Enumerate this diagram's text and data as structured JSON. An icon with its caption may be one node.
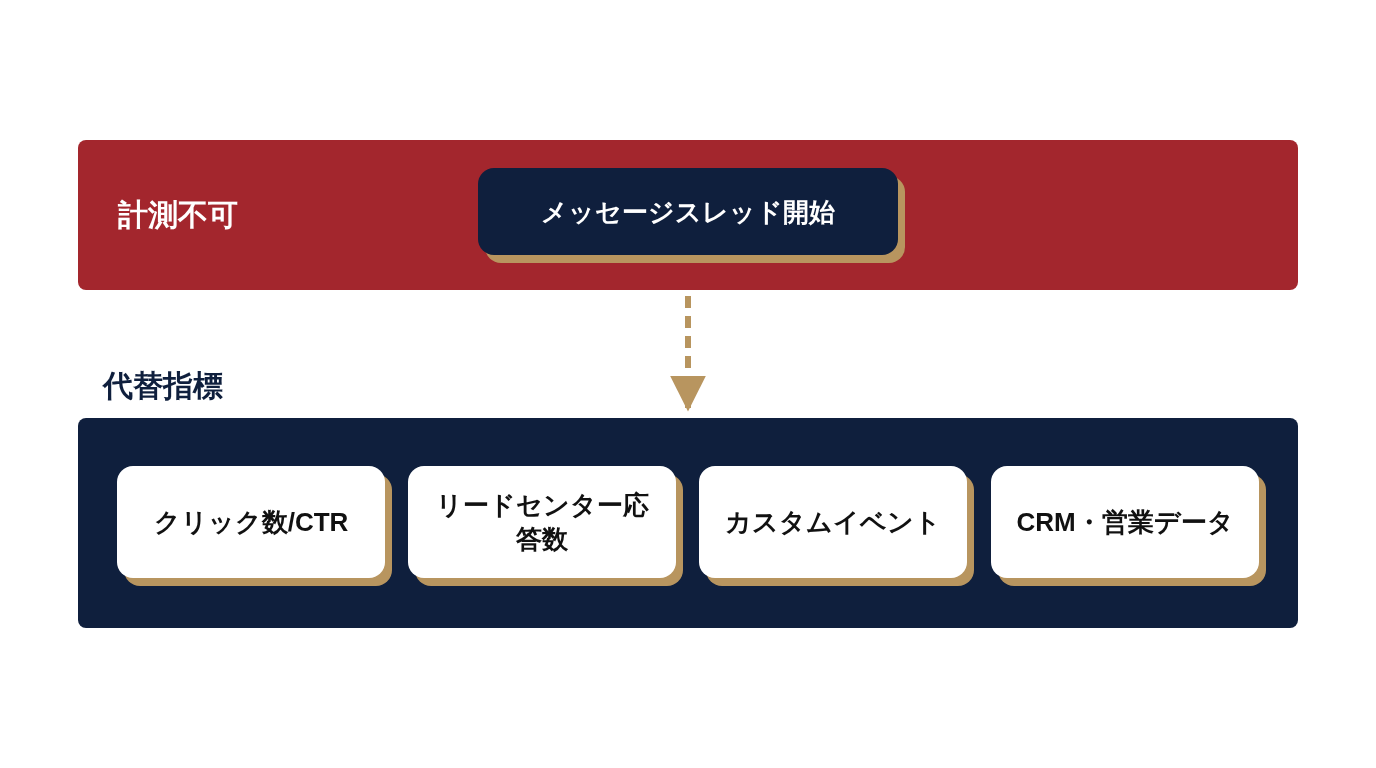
{
  "diagram": {
    "nodes": [
      {
        "text": [
          "計測不可"
        ]
      },
      {
        "text": [
          "メッセージスレッド開始"
        ],
        "in": 0
      },
      {
        "text": [
          "代替指標"
        ]
      },
      {
        "text": [
          "クリック数/CTR"
        ],
        "in": 2
      },
      {
        "text": [
          "リードセンター応答数"
        ],
        "in": 2
      },
      {
        "text": [
          "カスタムイベント"
        ],
        "in": 2
      },
      {
        "text": [
          "CRM・営業データ"
        ],
        "in": 2
      }
    ],
    "edges": [
      {
        "from": 0,
        "to": 2,
        "arrow": "to",
        "style": "dashed"
      }
    ]
  }
}
